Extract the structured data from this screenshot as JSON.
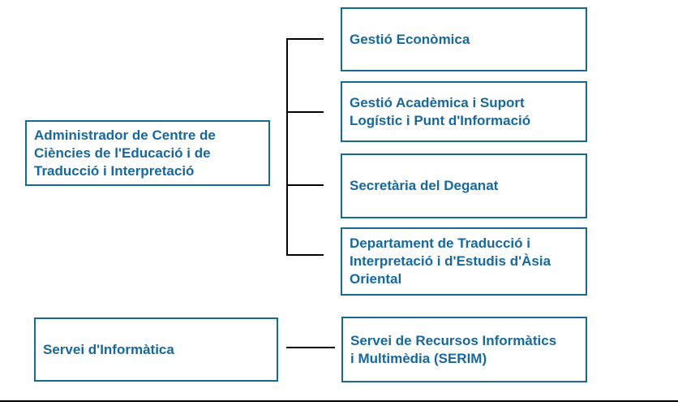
{
  "diagram": {
    "type": "org-chart",
    "colors": {
      "box_border": "#16698f",
      "box_text": "#17689d",
      "connector_line": "#000000",
      "background": "#ffffff"
    },
    "nodes": {
      "administrador": {
        "lines": [
          "Administrador de Centre de",
          "Ciències de l'Educació i de",
          "Traducció i Interpretació"
        ]
      },
      "gestio_economica": {
        "lines": [
          "Gestió Econòmica"
        ]
      },
      "gestio_academica": {
        "lines": [
          "Gestió Acadèmica i Suport",
          "Logístic i Punt d'Informació"
        ]
      },
      "secretaria_deganat": {
        "lines": [
          "Secretària del Deganat"
        ]
      },
      "departament_traduccio": {
        "lines": [
          "Departament de Traducció i",
          "Interpretació i d'Estudis d'Àsia",
          "Oriental"
        ]
      },
      "servei_informatica": {
        "lines": [
          "Servei d'Informàtica"
        ]
      },
      "serim": {
        "lines": [
          "Servei de Recursos Informàtics",
          "i Multimèdia (SERIM)"
        ]
      }
    }
  }
}
